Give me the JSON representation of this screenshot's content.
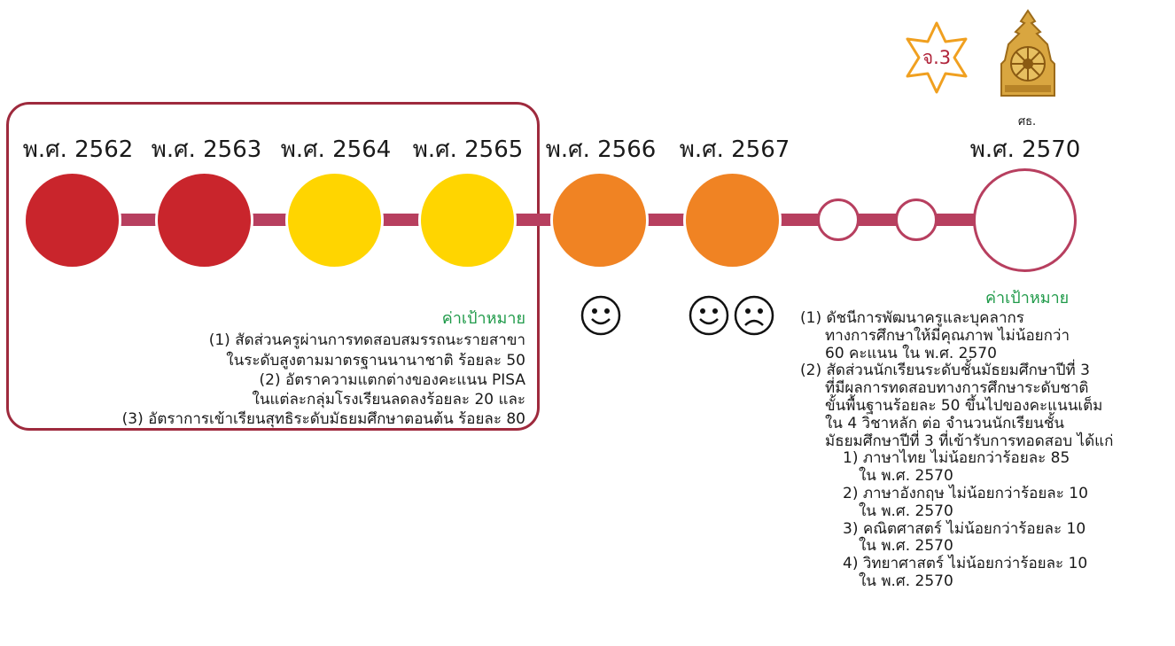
{
  "timeline": {
    "years": [
      {
        "label": "พ.ศ. 2562",
        "color": "#c9252c"
      },
      {
        "label": "พ.ศ. 2563",
        "color": "#c9252c"
      },
      {
        "label": "พ.ศ. 2564",
        "color": "#ffd500"
      },
      {
        "label": "พ.ศ. 2565",
        "color": "#ffd500"
      },
      {
        "label": "พ.ศ. 2566",
        "color": "#f08323"
      },
      {
        "label": "พ.ศ. 2567",
        "color": "#f08323"
      },
      {
        "label": "พ.ศ. 2570",
        "color": "#ffffff"
      }
    ],
    "axis_color": "#b73f5f",
    "frame_color": "#9e2a3d"
  },
  "badge": {
    "text": "จ.3",
    "star_color": "#f0a020"
  },
  "emblem": {
    "caption": "ศธ."
  },
  "faces": [
    "smile-icon",
    "smile-icon",
    "frown-icon"
  ],
  "left_target": {
    "heading": "ค่าเป้าหมาย",
    "items": [
      "(1) สัดส่วนครูผ่านการทดสอบสมรรถนะรายสาขา",
      "ในระดับสูงตามมาตรฐานนานาชาติ ร้อยละ 50",
      "(2) อัตราความแตกต่างของคะแนน PISA",
      "ในแต่ละกลุ่มโรงเรียนลดลงร้อยละ 20 และ",
      "(3) อัตราการเข้าเรียนสุทธิระดับมัธยมศึกษาตอนต้น ร้อยละ 80"
    ]
  },
  "right_target": {
    "heading": "ค่าเป้าหมาย",
    "lines": [
      "(1) ดัชนีการพัฒนาครูและบุคลากร",
      "ทางการศึกษาให้มีคุณภาพ ไม่น้อยกว่า",
      "60 คะแนน ใน พ.ศ. 2570",
      "(2) สัดส่วนนักเรียนระดับชั้นมัธยมศึกษาปีที่ 3",
      "ที่มีผลการทดสอบทางการศึกษาระดับชาติ",
      "ขั้นพื้นฐานร้อยละ 50 ขึ้นไปของคะแนนเต็ม",
      "ใน 4 วิชาหลัก ต่อ จำนวนนักเรียนชั้น",
      "มัธยมศึกษาปีที่ 3 ที่เข้ารับการทอดสอบ ได้แก่",
      "1) ภาษาไทย ไม่น้อยกว่าร้อยละ 85",
      "ใน พ.ศ. 2570",
      "2) ภาษาอังกฤษ ไม่น้อยกว่าร้อยละ 10",
      "ใน พ.ศ. 2570",
      "3) คณิตศาสตร์ ไม่น้อยกว่าร้อยละ 10",
      "ใน พ.ศ. 2570",
      "4) วิทยาศาสตร์ ไม่น้อยกว่าร้อยละ 10",
      "ใน พ.ศ. 2570"
    ]
  }
}
